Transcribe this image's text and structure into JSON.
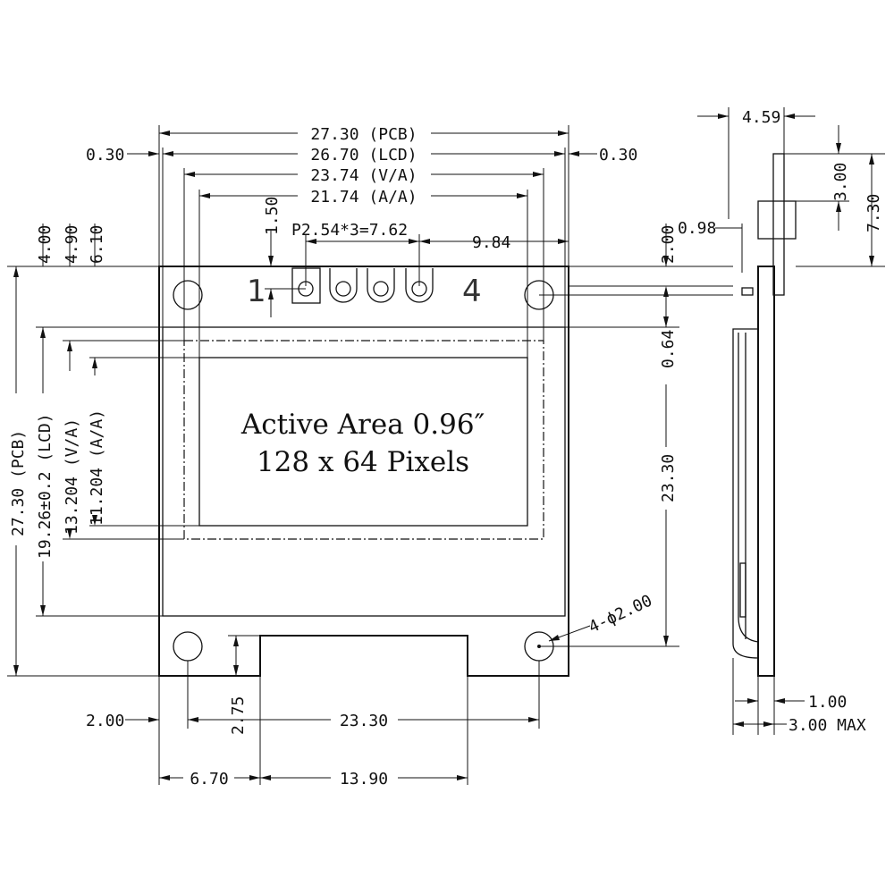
{
  "screen": {
    "line1": "Active Area 0.96″",
    "line2": "128 x 64 Pixels"
  },
  "pins": {
    "first": "1",
    "last": "4"
  },
  "front": {
    "w_pcb": "27.30 (PCB)",
    "w_lcd": "26.70 (LCD)",
    "w_va": "23.74 (V/A)",
    "w_aa": "21.74 (A/A)",
    "margin_left": "0.30",
    "margin_right": "0.30",
    "pin_pitch": "P2.54*3=7.62",
    "pin_offset": "9.84",
    "pin_y": "1.50",
    "hole_offset": "2.00",
    "h_pcb": "27.30 (PCB)",
    "h_lcd": "19.26±0.2 (LCD)",
    "h_va": "13.204 (V/A)",
    "h_aa": "11.204 (A/A)",
    "off_lcd": "4.00",
    "off_va": "4.90",
    "off_aa": "6.10",
    "gap_top": "2.00",
    "lcd_offset": "0.64",
    "hole_span_v": "23.30",
    "holes": "4-ϕ2.00",
    "hole_left": "2.00",
    "hole_span_h": "23.30",
    "notch_depth": "2.75",
    "notch_left": "6.70",
    "notch_width": "13.90"
  },
  "side": {
    "pin_len": "4.59",
    "header_h": "3.00",
    "pin_total": "7.30",
    "pin_gap": "0.98",
    "pcb_t": "1.00",
    "max_t": "3.00 MAX"
  }
}
